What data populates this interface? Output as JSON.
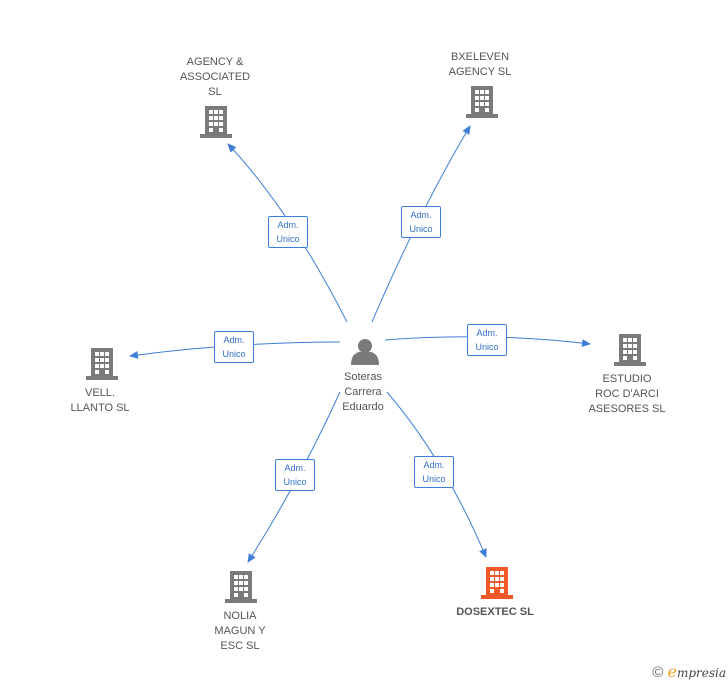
{
  "center": {
    "name": "Soteras\nCarrera\nEduardo",
    "icon": "person-icon"
  },
  "relation_label": "Adm.\nUnico",
  "companies": [
    {
      "id": "agency-associated",
      "name": "AGENCY &\nASSOCIATED\nSL",
      "icon": "building-icon",
      "highlight": false
    },
    {
      "id": "bxeleven-agency",
      "name": "BXELEVEN\nAGENCY  SL",
      "icon": "building-icon",
      "highlight": false
    },
    {
      "id": "vell-llanto",
      "name": "VELL.\nLLANTO  SL",
      "icon": "building-icon",
      "highlight": false
    },
    {
      "id": "estudio-roc",
      "name": "ESTUDIO\nROC D'ARCI\nASESORES  SL",
      "icon": "building-icon",
      "highlight": false
    },
    {
      "id": "nolia-magun",
      "name": "NOLIA\nMAGUN Y\nESC  SL",
      "icon": "building-icon",
      "highlight": false
    },
    {
      "id": "dosextec",
      "name": "DOSEXTEC  SL",
      "icon": "building-icon",
      "highlight": true
    }
  ],
  "colors": {
    "edge": "#3f7fd8",
    "building": "#7a7a7a",
    "building_highlight": "#f05a28",
    "person": "#7a7a7a"
  },
  "footer": {
    "copyright": "©",
    "brand_initial": "e",
    "brand_rest": "mpresia"
  }
}
